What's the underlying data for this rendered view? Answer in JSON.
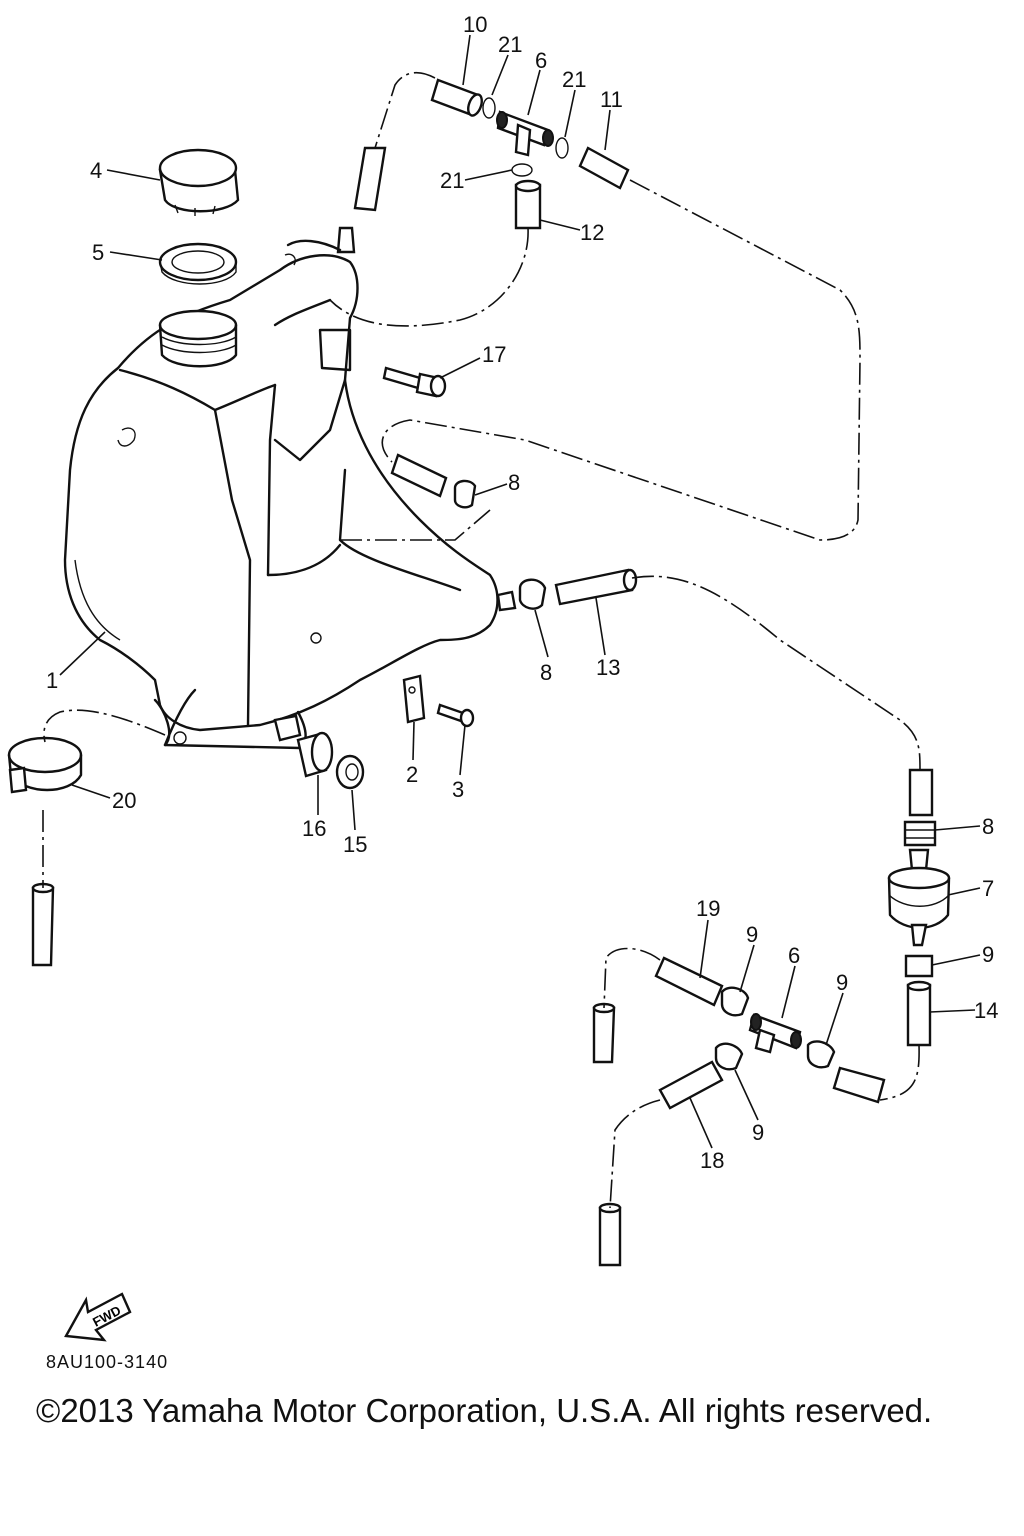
{
  "diagram": {
    "code": "8AU100-3140",
    "copyright": "©2013 Yamaha Motor Corporation, U.S.A. All rights reserved.",
    "fwd_label": "FWD",
    "callouts": {
      "c1": "1",
      "c2": "2",
      "c3": "3",
      "c4": "4",
      "c5": "5",
      "c6a": "6",
      "c6b": "6",
      "c7": "7",
      "c8a": "8",
      "c8b": "8",
      "c8c": "8",
      "c9a": "9",
      "c9b": "9",
      "c9c": "9",
      "c9d": "9",
      "c10": "10",
      "c11": "11",
      "c12": "12",
      "c13": "13",
      "c14": "14",
      "c15": "15",
      "c16": "16",
      "c17": "17",
      "c18": "18",
      "c19": "19",
      "c20": "20",
      "c21a": "21",
      "c21b": "21",
      "c21c": "21"
    }
  }
}
